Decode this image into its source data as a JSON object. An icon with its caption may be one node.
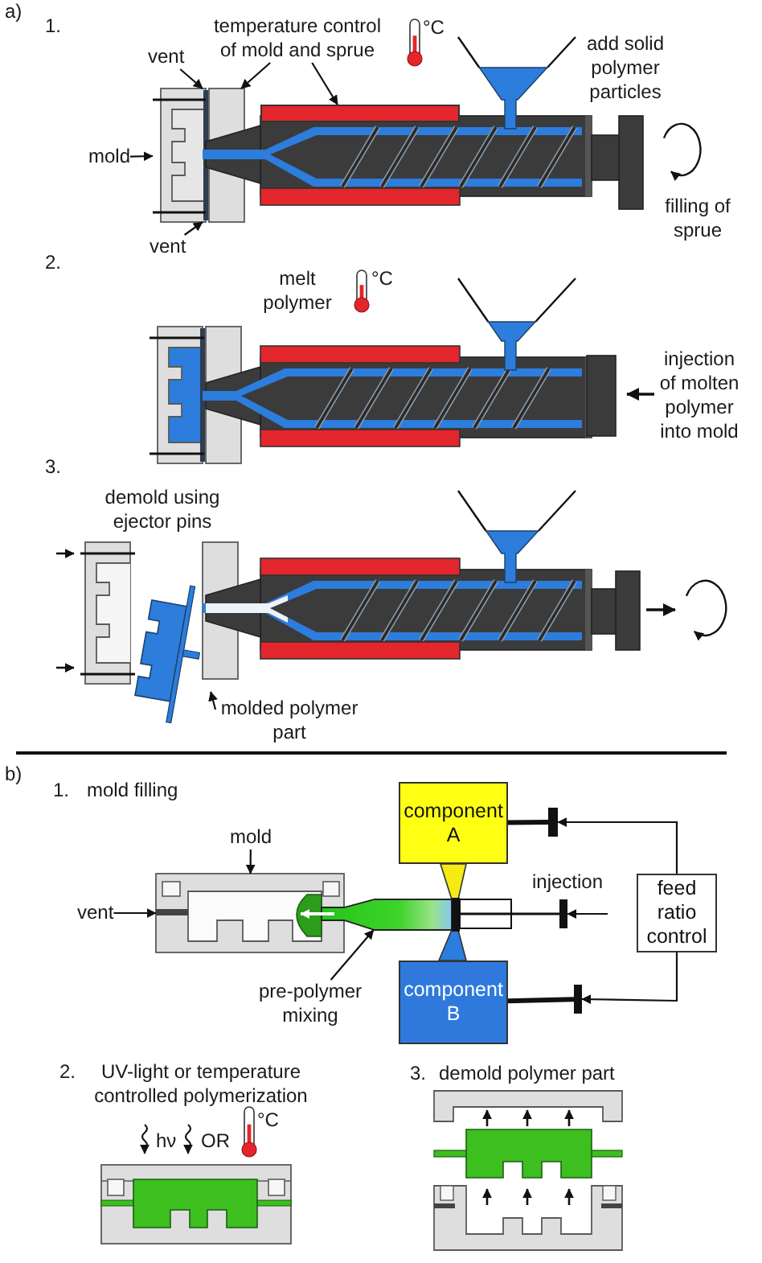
{
  "diagram": {
    "nodes": [
      {
        "text": [
          "temperature control of mold and sprue"
        ]
      },
      {
        "text": [
          "vent"
        ]
      },
      {
        "text": [],
        "shape": "picture"
      },
      {
        "text": [],
        "shape": "bar"
      },
      {
        "text": [
          "mold"
        ]
      },
      {
        "text": [
          "vent"
        ]
      },
      {
        "text": [],
        "shape": "picture"
      },
      {
        "text": [],
        "shape": "picture"
      },
      {
        "text": [],
        "shape": "box"
      },
      {
        "text": [],
        "shape": "picture"
      },
      {
        "text": [
          "molded polymer part"
        ]
      },
      {
        "text": [
          "component A"
        ]
      },
      {
        "text": [],
        "shape": "bar"
      },
      {
        "text": [
          "mold"
        ]
      },
      {
        "text": [
          "feed ratio control"
        ]
      },
      {
        "text": [],
        "shape": "picture"
      },
      {
        "text": [
          "vent"
        ]
      },
      {
        "text": [],
        "shape": "picture"
      },
      {
        "text": [],
        "shape": "bar"
      },
      {
        "text": [
          "component B"
        ]
      },
      {
        "text": [
          "pre-polymer mixing"
        ]
      },
      {
        "text": [],
        "shape": "bar"
      },
      {
        "text": [],
        "shape": "picture"
      },
      {
        "text": [],
        "shape": "picture"
      },
      {
        "text": [],
        "shape": "picture"
      }
    ],
    "edges": [
      {
        "from": 0,
        "to": 2,
        "arrow": "to"
      },
      {
        "from": 0,
        "to": 3,
        "arrow": "to"
      },
      {
        "from": 1,
        "to": 2,
        "arrow": "to"
      },
      {
        "from": 4,
        "to": 2,
        "arrow": "to"
      },
      {
        "from": 5,
        "to": 2,
        "arrow": "to"
      },
      {
        "from": 10,
        "to": 9,
        "arrow": "to"
      },
      {
        "from": 13,
        "to": 15,
        "arrow": "to"
      },
      {
        "from": 16,
        "to": 15,
        "arrow": "to"
      },
      {
        "from": 11,
        "to": 12,
        "arrow": "none",
        "style": "thick"
      },
      {
        "from": 14,
        "to": 12,
        "arrow": "to"
      },
      {
        "from": null,
        "to": 18,
        "arrow": "to"
      },
      {
        "from": 19,
        "to": 21,
        "arrow": "none",
        "style": "thick"
      },
      {
        "from": 14,
        "to": 21,
        "arrow": "to"
      },
      {
        "from": 20,
        "to": 17,
        "arrow": "to"
      }
    ],
    "labels": [
      "a)",
      "1.",
      "°C",
      "add solid polymer particles",
      "filling of sprue",
      "2.",
      "melt polymer",
      "°C",
      "injection of molten polymer into mold",
      "3.",
      "demold using ejector pins",
      "b)",
      "1.",
      "mold filling",
      "injection",
      "2.",
      "UV-light or temperature controlled polymerization",
      "hν",
      "OR",
      "°C",
      "3.",
      "demold polymer part"
    ]
  }
}
